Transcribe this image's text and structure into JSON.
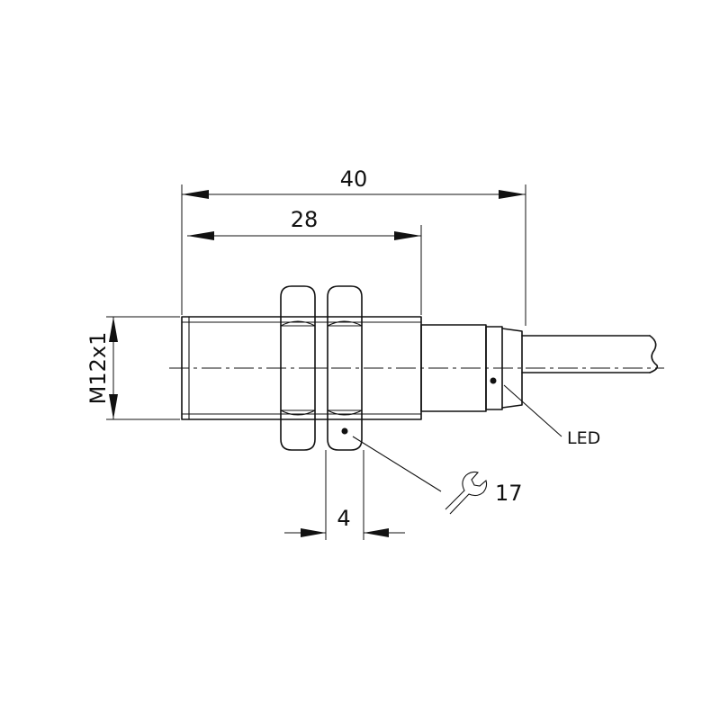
{
  "dimensions": {
    "total_length": "40",
    "thread_length": "28",
    "thread_spec": "M12x1",
    "nut_thickness": "4",
    "wrench_size": "17"
  },
  "labels": {
    "led": "LED"
  },
  "icons": {
    "wrench": "wrench-icon"
  }
}
